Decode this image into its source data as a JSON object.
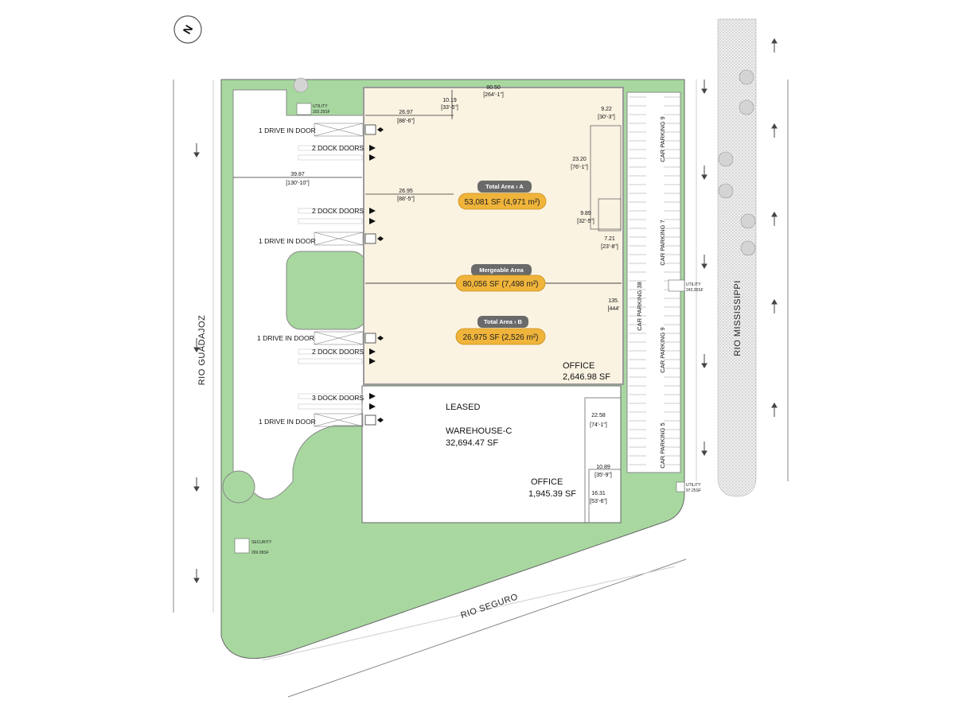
{
  "compass": {
    "glyph": "N"
  },
  "streets": {
    "west": "RIO GUADAJOZ",
    "east": "RIO MISSISSIPPI",
    "south": "RIO SEGURO"
  },
  "areas": {
    "a": {
      "tag": "Total Area › A",
      "value": "53,081 SF (4,971 m²)"
    },
    "merge": {
      "tag": "Mergeable Area",
      "value": "80,056 SF  (7,498 m²)"
    },
    "b": {
      "tag": "Total Area › B",
      "value": "26,975 SF (2,526 m²)"
    }
  },
  "rooms": {
    "office_top": {
      "name": "OFFICE",
      "area": "2,646.98 SF"
    },
    "leased": "LEASED",
    "warehouse_c": {
      "name": "WAREHOUSE-C",
      "area": "32,694.47 SF"
    },
    "office_bottom": {
      "name": "OFFICE",
      "area": "1,945.39 SF"
    }
  },
  "doors": {
    "d1": "1 DRIVE IN DOOR",
    "d2": "2 DOCK DOORS",
    "d3": "2 DOCK DOORS",
    "d4": "1 DRIVE IN DOOR",
    "d5": "1 DRIVE IN DOOR",
    "d6": "2 DOCK DOORS",
    "d7": "3 DOCK DOORS",
    "d8": "1 DRIVE IN DOOR"
  },
  "parking": {
    "p1": "CAR PARKING 9",
    "p2": "CAR PARKING 7",
    "p3": "CAR PARKING 38",
    "p4": "CAR PARKING 9",
    "p5": "CAR PARKING 5"
  },
  "utilities": {
    "u1": {
      "name": "UTILITY",
      "area": "202.25SF"
    },
    "u2": {
      "name": "UTILITY",
      "area": "243.35SF"
    },
    "u3": {
      "name": "UTILITY",
      "area": "97.25SF"
    },
    "security": {
      "name": "SECURITY",
      "area": "269.09SF"
    }
  },
  "dimensions": {
    "top_width": {
      "m": "80.50",
      "ft": "[264'-1\"]"
    },
    "d_26_97": {
      "m": "26.97",
      "ft": "[88'-6\"]"
    },
    "d_10_19": {
      "m": "10.19",
      "ft": "[33'-5\"]"
    },
    "d_9_22": {
      "m": "9.22",
      "ft": "[30'-3\"]"
    },
    "d_23_20": {
      "m": "23.20",
      "ft": "[76'-1\"]"
    },
    "d_39_87": {
      "m": "39.87",
      "ft": "[130'-10\"]"
    },
    "d_26_95": {
      "m": "26.95",
      "ft": "[88'-5\"]"
    },
    "d_9_89": {
      "m": "9.89",
      "ft": "[32'-5\"]"
    },
    "d_7_21": {
      "m": "7.21",
      "ft": "[23'-8\"]"
    },
    "d_135": {
      "m": "135.",
      "ft": "[444'"
    },
    "d_22_58": {
      "m": "22.58",
      "ft": "[74'-1\"]"
    },
    "d_10_89": {
      "m": "10.89",
      "ft": "[35'-9\"]"
    },
    "d_16_31": {
      "m": "16.31",
      "ft": "[53'-6\"]"
    }
  },
  "colors": {
    "grass": "#a8d8a0",
    "building_highlight": "#fbf3e2",
    "pill_fill": "#f0b43b",
    "tag_fill": "#6a6a6a",
    "highlight_border": "#9a9a9a"
  }
}
